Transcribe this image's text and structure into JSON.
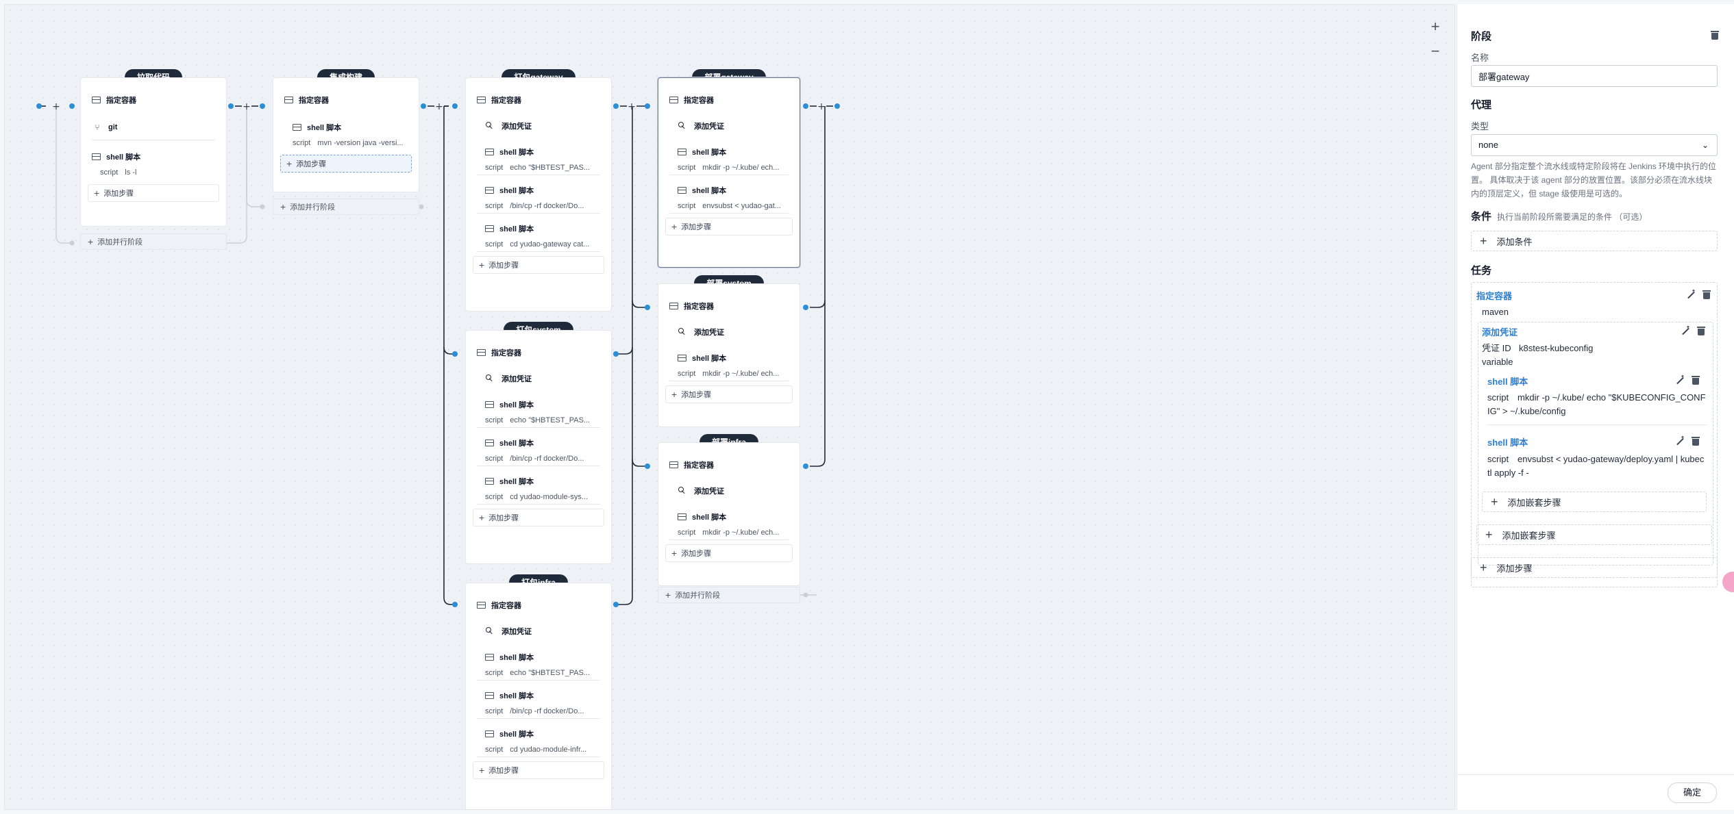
{
  "canvas": {
    "zoom_in": "+",
    "zoom_out": "−"
  },
  "labels": {
    "container": "指定容器",
    "credential": "添加凭证",
    "shell": "shell 脚本",
    "script_key": "script",
    "add_step": "添加步骤",
    "add_parallel": "添加并行阶段",
    "git": "git"
  },
  "stages": {
    "pull": {
      "title": "拉取代码",
      "git_script": "ls -l"
    },
    "build": {
      "title": "集成构建",
      "script": "mvn -version java -versi..."
    },
    "pkg_gateway": {
      "title": "打包gateway",
      "s1": "echo \"$HBTEST_PAS...",
      "s2": "/bin/cp -rf docker/Do...",
      "s3": "cd yudao-gateway cat..."
    },
    "pkg_system": {
      "title": "打包system",
      "s1": "echo \"$HBTEST_PAS...",
      "s2": "/bin/cp -rf docker/Do...",
      "s3": "cd yudao-module-sys..."
    },
    "pkg_infra": {
      "title": "打包infra",
      "s1": "echo \"$HBTEST_PAS...",
      "s2": "/bin/cp -rf docker/Do...",
      "s3": "cd yudao-module-infr..."
    },
    "dep_gateway": {
      "title": "部署gateway",
      "s1": "mkdir -p ~/.kube/ ech...",
      "s2": "envsubst < yudao-gat..."
    },
    "dep_system": {
      "title": "部署system",
      "s1": "mkdir -p ~/.kube/ ech..."
    },
    "dep_infra": {
      "title": "部署infra",
      "s1": "mkdir -p ~/.kube/ ech..."
    }
  },
  "panel": {
    "title": "阶段",
    "name_label": "名称",
    "name_value": "部署gateway",
    "agent_title": "代理",
    "type_label": "类型",
    "type_value": "none",
    "agent_help": "Agent 部分指定整个流水线或特定阶段将在 Jenkins 环境中执行的位置。 具体取决于该 agent 部分的放置位置。该部分必须在流水线块内的顶层定义，但 stage 级使用是可选的。",
    "condition_title": "条件",
    "condition_hint": "执行当前阶段所需要满足的条件 （可选）",
    "add_condition": "添加条件",
    "tasks_title": "任务",
    "task_container": "指定容器",
    "task_container_value": "maven",
    "task_credential": "添加凭证",
    "cred_id_label": "凭证 ID",
    "cred_id_value": "k8stest-kubeconfig",
    "cred_variable": "variable",
    "shell1_title": "shell 脚本",
    "shell1_line1": "script　mkdir -p ~/.kube/ echo \"$KUBECONFIG_CONF",
    "shell1_line2": "IG\" > ~/.kube/config",
    "shell2_title": "shell 脚本",
    "shell2_line1": "script　envsubst < yudao-gateway/deploy.yaml | kubec",
    "shell2_line2": "tl apply -f -",
    "add_nested_inner": "添加嵌套步骤",
    "add_nested_outer": "添加嵌套步骤",
    "add_step": "添加步骤",
    "confirm": "确定"
  }
}
